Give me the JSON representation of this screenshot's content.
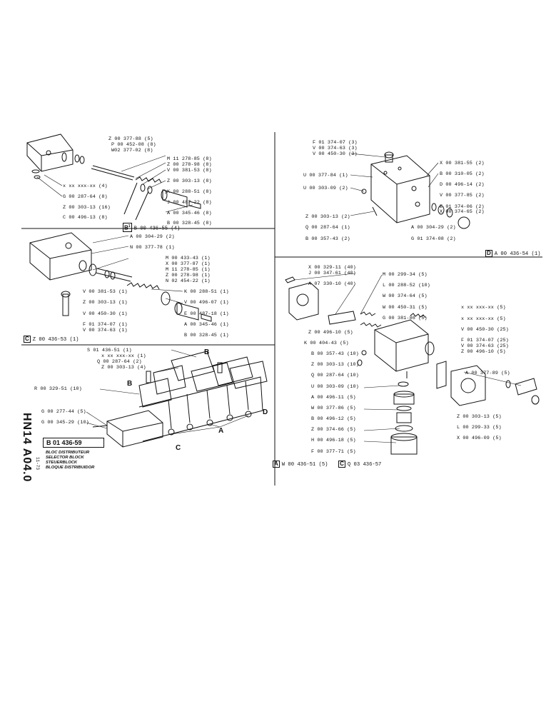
{
  "sheet": {
    "vertical_code": "HN14  A04.0",
    "vertical_date": "11-73",
    "title_number": "B 01 436-59",
    "title_lines": [
      "BLOC DISTRIBUTEUR",
      "SELECTOR BLOCK",
      "STEUERBLOCK",
      "BLOQUE DISTRIBUIDOR"
    ]
  },
  "section_b": {
    "caption_prefix": "B",
    "caption_superscript": "1",
    "caption": "B 00 436-55 (4)",
    "labels": [
      "Z 00 377-88 (5)",
      "P 00 452-08 (8)",
      "W02 377-02 (8)",
      "M 11 278-85 (8)",
      "Z 00 278-98 (8)",
      "V 00 381-53 (8)",
      "Z 00 303-13 (8)",
      "K 00 288-51 (8)",
      "J 00 487-22 (8)",
      "A 00 345-46 (8)",
      "B 00 328-45 (8)",
      "x xx xxx-xx (4)",
      "G 00 287-64 (8)",
      "Z 00 303-13 (16)",
      "C 00 496-13 (8)"
    ]
  },
  "section_c": {
    "caption_prefix": "C",
    "caption": "Z 00 436-53 (1)",
    "labels": [
      "A 00 304-29 (2)",
      "N 00 377-78 (1)",
      "M 00 433-43 (1)",
      "X 00 377-87 (1)",
      "M 11 278-85 (1)",
      "Z 00 278-98 (1)",
      "N 02 454-22 (1)",
      "V 00 381-53 (1)",
      "K 00 288-51 (1)",
      "Z 00 303-13 (1)",
      "V 00 496-07 (1)",
      "V 00 450-30 (1)",
      "E 00 487-18 (1)",
      "F 01 374-07 (1)",
      "V 00 374-63 (1)",
      "A 00 345-46 (1)",
      "B 00 328-45 (1)"
    ]
  },
  "section_d": {
    "caption_prefix": "D",
    "caption": "A 00 436-54 (1)",
    "labels": [
      "F 01 374-07 (3)",
      "V 00 374-63 (3)",
      "V 00 450-30 (3)",
      "X 00 381-55 (2)",
      "B 00 310-05 (2)",
      "U 00 377-84 (1)",
      "D 00 496-14 (2)",
      "U 00 303-09 (2)",
      "V 00 377-85 (2)",
      "E 01 374-06 (2)",
      "X 00 374-65 (2)",
      "Z 00 303-13 (2)",
      "Q 00 287-64 (1)",
      "A 00 304-29 (2)",
      "B 00 357-43 (2)",
      "G 01 374-08 (2)"
    ]
  },
  "section_a": {
    "caption_prefix": "A",
    "caption": "W 00 436-51 (5)",
    "caption2_prefix": "C",
    "caption2": "Q 03 436-57",
    "labels": [
      "X 00 329-11 (40)",
      "J 00 347-61 (40)",
      "A 07 330-10 (40)",
      "M 00 299-34 (5)",
      "L 00 288-52 (10)",
      "W 00 374-64 (5)",
      "W 00 450-31 (5)",
      "G 00 381-86 (5)",
      "x xx xxx-xx (5)",
      "x xx xxx-xx (5)",
      "V 00 450-30 (25)",
      "F 01 374-07 (25)",
      "V 00 374-63 (25)",
      "Z 00 496-10 (5)",
      "Z 00 496-10 (5)",
      "K 00 404-43 (5)",
      "B 00 357-43 (10)",
      "Z 00 303-13 (10)",
      "Q 00 287-64 (10)",
      "U 00 303-09 (10)",
      "A 00 496-11 (5)",
      "W 00 377-86 (5)",
      "B 00 496-12 (5)",
      "Z 00 374-66 (5)",
      "H 00 496-18 (5)",
      "F 00 377-71 (5)",
      "A 00 377-89 (5)",
      "Z 00 303-13 (5)",
      "L 00 299-33 (5)",
      "X 00 496-09 (5)"
    ]
  },
  "assembly": {
    "labels": [
      "S 01 436-51 (1)",
      "x xx xxx-xx (1)",
      "Q 00 287-64 (2)",
      "Z 00 303-13 (4)",
      "R 00 329-51 (10)",
      "G 00 277-44 (5)",
      "G 00 345-29 (10)"
    ],
    "letters": [
      "B",
      "B",
      "D",
      "A",
      "C"
    ]
  }
}
